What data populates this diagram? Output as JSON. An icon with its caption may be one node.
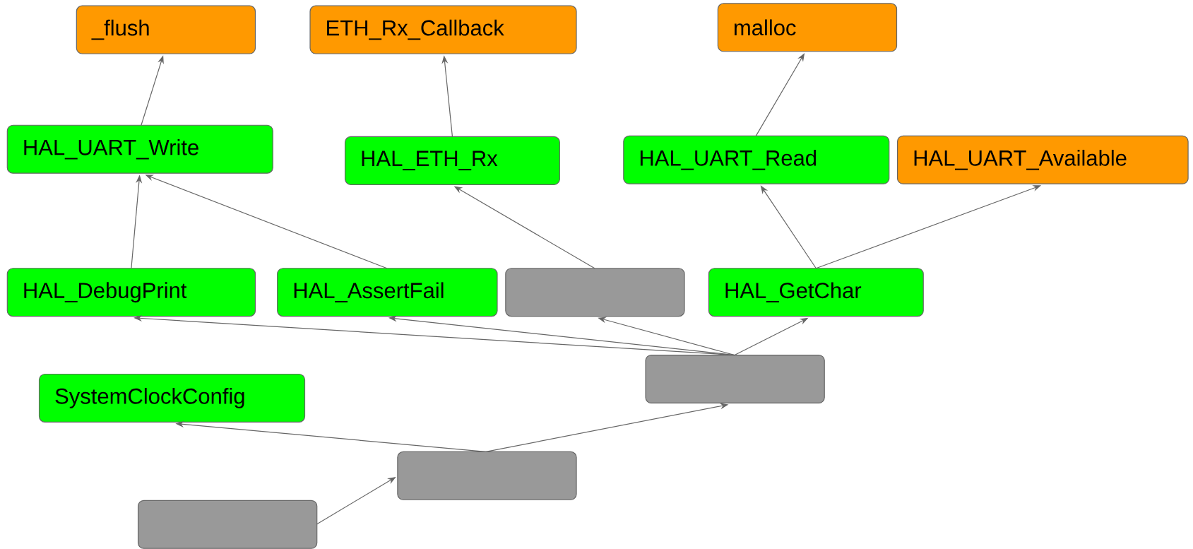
{
  "diagram": {
    "nodes": [
      {
        "text": [
          "_flush"
        ]
      },
      {
        "text": [
          "ETH_Rx_Callback"
        ]
      },
      {
        "text": [
          "malloc"
        ]
      },
      {
        "text": [
          "HAL_UART_Write"
        ]
      },
      {
        "text": [
          "HAL_ETH_Rx"
        ]
      },
      {
        "text": [
          "HAL_UART_Read"
        ]
      },
      {
        "text": [
          "HAL_UART_Available"
        ]
      },
      {
        "text": [
          "HAL_DebugPrint"
        ]
      },
      {
        "text": [
          "HAL_AssertFail"
        ]
      },
      {
        "text": [],
        "shape": "box"
      },
      {
        "text": [
          "HAL_GetChar"
        ]
      },
      {
        "text": [],
        "shape": "box"
      },
      {
        "text": [
          "SystemClockConfig"
        ]
      },
      {
        "text": [],
        "shape": "box"
      },
      {
        "text": [],
        "shape": "box"
      }
    ],
    "edges": [
      {
        "from": 3,
        "to": 0,
        "arrow": "to"
      },
      {
        "from": 4,
        "to": 1,
        "arrow": "to"
      },
      {
        "from": 5,
        "to": 2,
        "arrow": "to"
      },
      {
        "from": 7,
        "to": 3,
        "arrow": "to"
      },
      {
        "from": 8,
        "to": 3,
        "arrow": "to"
      },
      {
        "from": 9,
        "to": 4,
        "arrow": "to"
      },
      {
        "from": 10,
        "to": 5,
        "arrow": "to"
      },
      {
        "from": 10,
        "to": 6,
        "arrow": "to"
      },
      {
        "from": 11,
        "to": 7,
        "arrow": "to"
      },
      {
        "from": 11,
        "to": 8,
        "arrow": "to"
      },
      {
        "from": 11,
        "to": 9,
        "arrow": "to"
      },
      {
        "from": 11,
        "to": 10,
        "arrow": "to"
      },
      {
        "from": 13,
        "to": 12,
        "arrow": "to"
      },
      {
        "from": 13,
        "to": 11,
        "arrow": "to"
      },
      {
        "from": 14,
        "to": 13,
        "arrow": "to"
      }
    ]
  }
}
